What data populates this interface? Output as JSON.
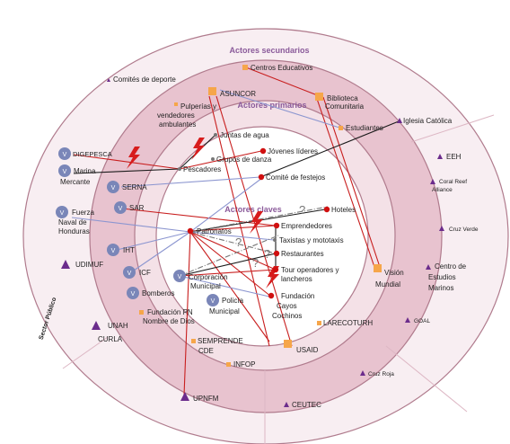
{
  "colors": {
    "outer_ring": "#f8eef2",
    "middle_ring": "#e8c3cf",
    "inner_ring": "#f4e1e7",
    "core": "#ffffff",
    "ring_stroke": "#b07b8d",
    "ring_title": "#8a5a9a",
    "actor_node": "#d01010",
    "minor_node": "#777777",
    "square": "#f6a64a",
    "triangle": "#6b2c8c",
    "v_circle": "#7a86b8",
    "line_red": "#c81e1e",
    "line_black": "#1a1a1a",
    "line_blue": "#8c96d0",
    "line_dashdot": "#777777",
    "conflict": "#d71c1c"
  },
  "ring_titles": {
    "secondary": "Actores secundarios",
    "primary": "Actores primarios",
    "key": "Actores claves"
  },
  "sector_label": "Sector Público",
  "nodes": {
    "comites_deporte": "Comités de deporte",
    "centros_educativos": "Centros Educativos",
    "asuncor": "ASUNCOR",
    "biblioteca_1": "Biblioteca",
    "biblioteca_2": "Comunitaria",
    "iglesia_catolica": "Iglesia Católica",
    "pulperias_1": "Pulperías y",
    "pulperias_2": "vendedores",
    "pulperias_3": "ambulantes",
    "estudiantes": "Estudiantes",
    "juntas_agua": "Juntas de agua",
    "jovenes_lideres": "Jóvenes líderes",
    "grupos_danza": "Grupos de danza",
    "comite_festejos": "Comité de festejos",
    "pescadores": "Pescadores",
    "digepesca": "DIGEPESCA",
    "marina_1": "Marina",
    "marina_2": "Mercante",
    "serna": "SERNA",
    "sar": "SAR",
    "fuerza_1": "Fuerza",
    "fuerza_2": "Naval de",
    "fuerza_3": "Honduras",
    "udimuf": "UDIMUF",
    "iht": "IHT",
    "icf": "ICF",
    "bomberos": "Bomberos",
    "patronatos": "Patronatos",
    "hoteles": "Hoteles",
    "emprendedores": "Emprendedores",
    "taxistas": "Taxistas y mototaxis",
    "restaurantes": "Restaurantes",
    "tour_1": "Tour operadores y",
    "tour_2": "lancheros",
    "corporacion_1": "Corporación",
    "corporacion_2": "Municipal",
    "policia_1": "Policía",
    "policia_2": "Municipal",
    "fundacion_cayos_1": "Fundación",
    "fundacion_cayos_2": "Cayos",
    "fundacion_cayos_3": "Cochinos",
    "fundacion_pn_1": "Fundación PN",
    "fundacion_pn_2": "Nombre de Dios",
    "larecoturh": "LARECOTURH",
    "vision_1": "Visión",
    "vision_2": "Mundial",
    "unah_1": "UNAH",
    "unah_2": "CURLA",
    "semprende_1": "SEMPRENDE",
    "semprende_2": "CDE",
    "usaid": "USAID",
    "infop": "INFOP",
    "eeh": "EEH",
    "coral_1": "Coral Reef",
    "coral_2": "Alliance",
    "cruz_verde": "Cruz Verde",
    "centro_1": "Centro de",
    "centro_2": "Estudios",
    "centro_3": "Marinos",
    "goal": "GOAL",
    "cruz_roja": "Cruz Roja",
    "upnfm": "UPNFM",
    "ceutec": "CEUTEC"
  },
  "v_letter": "V",
  "question_mark": "?"
}
